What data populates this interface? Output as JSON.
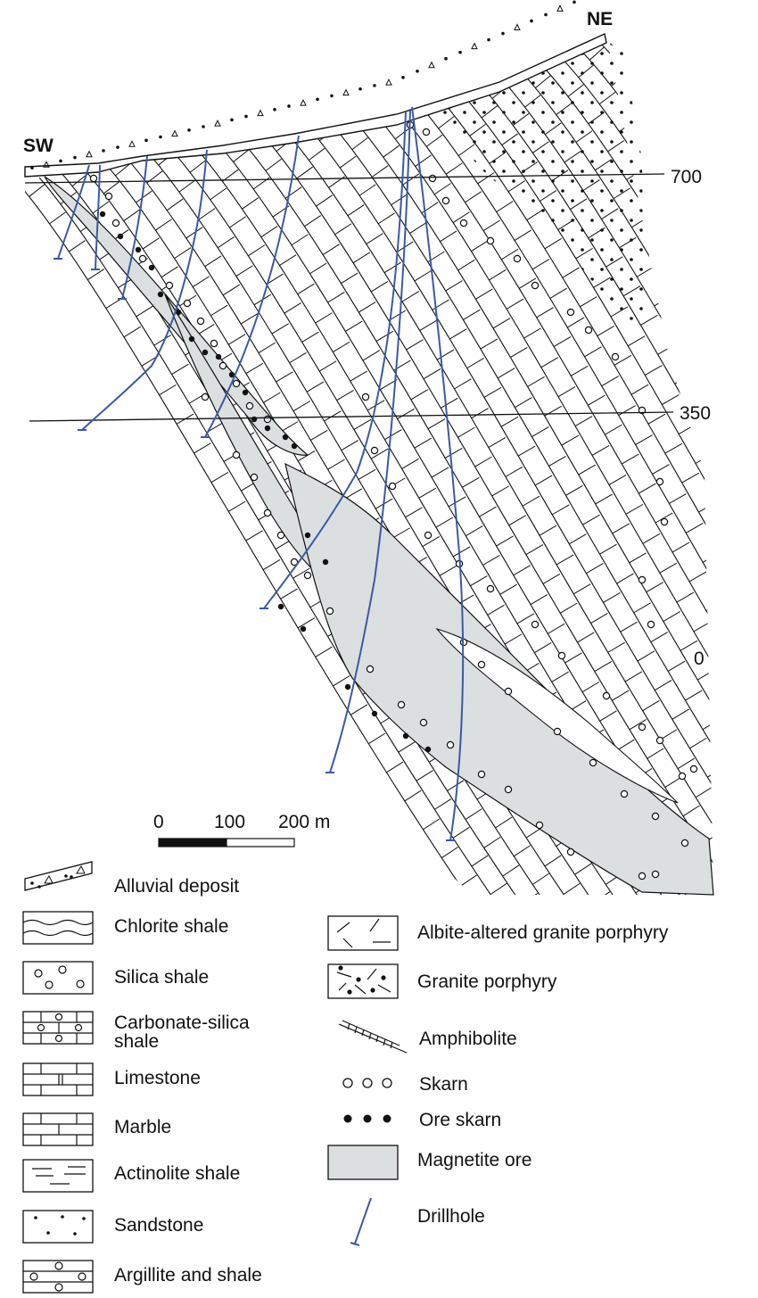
{
  "orientation": {
    "left": "SW",
    "right": "NE"
  },
  "elevations": [
    "700",
    "350",
    "0"
  ],
  "scale_bar": {
    "ticks": [
      "0",
      "100",
      "200 m"
    ]
  },
  "legend": {
    "left": [
      {
        "key": "alluvial",
        "label": "Alluvial deposit"
      },
      {
        "key": "chlorite",
        "label": "Chlorite shale"
      },
      {
        "key": "silica",
        "label": "Silica shale"
      },
      {
        "key": "carbsil",
        "label": "Carbonate-silica\nshale"
      },
      {
        "key": "limestone",
        "label": "Limestone"
      },
      {
        "key": "marble",
        "label": "Marble"
      },
      {
        "key": "actinolite",
        "label": "Actinolite shale"
      },
      {
        "key": "sandstone",
        "label": "Sandstone"
      },
      {
        "key": "argillite",
        "label": "Argillite and shale"
      }
    ],
    "right": [
      {
        "key": "albite",
        "label": "Albite-altered granite porphyry"
      },
      {
        "key": "granite",
        "label": "Granite porphyry"
      },
      {
        "key": "amphibolite",
        "label": "Amphibolite"
      },
      {
        "key": "skarn",
        "label": "Skarn"
      },
      {
        "key": "oreskarn",
        "label": "Ore skarn"
      },
      {
        "key": "magnetite",
        "label": "Magnetite ore"
      },
      {
        "key": "drillhole",
        "label": "Drillhole"
      }
    ]
  },
  "colors": {
    "magnetite_fill": "#dcdfe0",
    "drillhole": "#3a5aa6",
    "ink": "#111111"
  }
}
